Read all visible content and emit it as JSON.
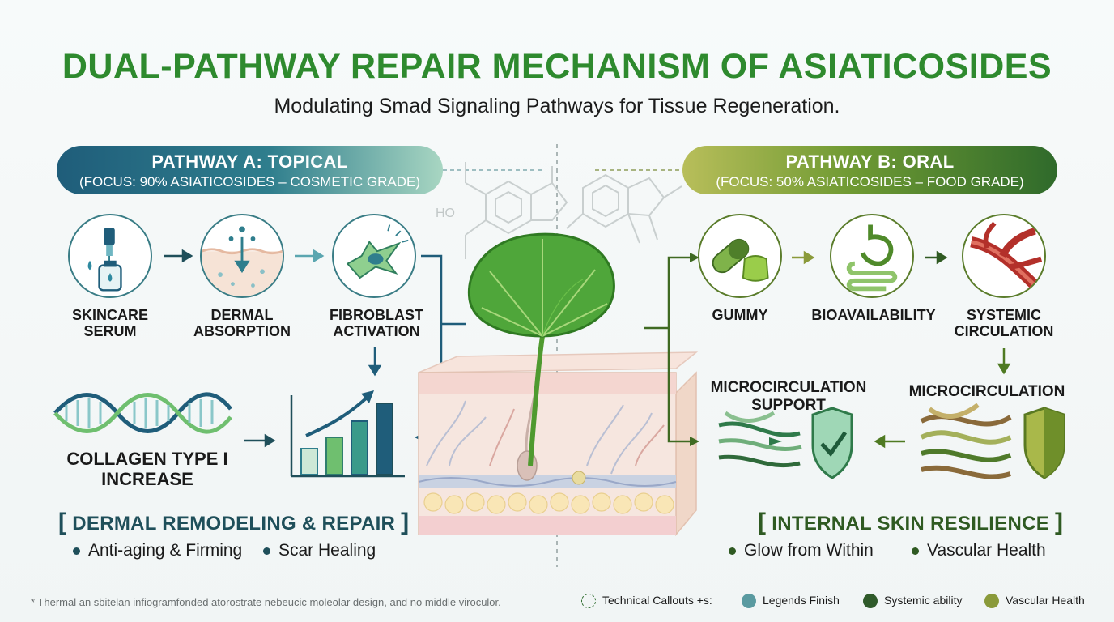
{
  "title": "DUAL-PATHWAY REPAIR MECHANISM OF ASIATICOSIDES",
  "subtitle": "Modulating Smad Signaling Pathways for Tissue Regeneration.",
  "pathway_a": {
    "banner_title": "PATHWAY A: TOPICAL",
    "banner_sub": "(FOCUS: 90% ASIATICOSIDES – COSMETIC GRADE)",
    "steps": [
      {
        "line1": "SKINCARE",
        "line2": "SERUM",
        "icon": "serum-dropper-icon"
      },
      {
        "line1": "DERMAL",
        "line2": "ABSORPTION",
        "icon": "skin-absorption-icon"
      },
      {
        "line1": "FIBROBLAST",
        "line2": "ACTIVATION",
        "icon": "fibroblast-cell-icon"
      }
    ],
    "collagen_line1": "COLLAGEN TYPE I",
    "collagen_line2": "INCREASE",
    "outcome_title": "DERMAL REMODELING & REPAIR",
    "bullets": [
      "Anti-aging & Firming",
      "Scar Healing"
    ]
  },
  "pathway_b": {
    "banner_title": "PATHWAY B: ORAL",
    "banner_sub": "(FOCUS: 50% ASIATICOSIDES – FOOD GRADE)",
    "steps": [
      {
        "line1": "GUMMY",
        "line2": "",
        "icon": "capsule-gummy-icon"
      },
      {
        "line1": "BIOAVAILABILITY",
        "line2": "",
        "icon": "digestive-system-icon"
      },
      {
        "line1": "SYSTEMIC",
        "line2": "CIRCULATION",
        "icon": "blood-vessel-icon"
      }
    ],
    "microcirc_label": "MICROCIRCULATION",
    "support_line1": "MICROCIRCULATION",
    "support_line2": "SUPPORT",
    "outcome_title": "INTERNAL SKIN RESILIENCE",
    "bullets": [
      "Glow from Within",
      "Vascular Health"
    ]
  },
  "molecule_label": "HO",
  "footnote": "* Thermal an sbitelan infiogramfonded atorostrate nebeucic moleolar design, and no middle viroculor.",
  "legend": [
    {
      "label": "Technical Callouts +s:",
      "color": "#2b6a2b"
    },
    {
      "label": "Legends Finish",
      "color": "#5a9aa0"
    },
    {
      "label": "Systemic ability",
      "color": "#2f5a2a"
    },
    {
      "label": "Vascular Health",
      "color": "#8a9a3a"
    }
  ],
  "colors": {
    "title_green": "#2e8a2e",
    "pathway_a_teal": "#1f5d7a",
    "pathway_b_green": "#2f6a2b"
  }
}
